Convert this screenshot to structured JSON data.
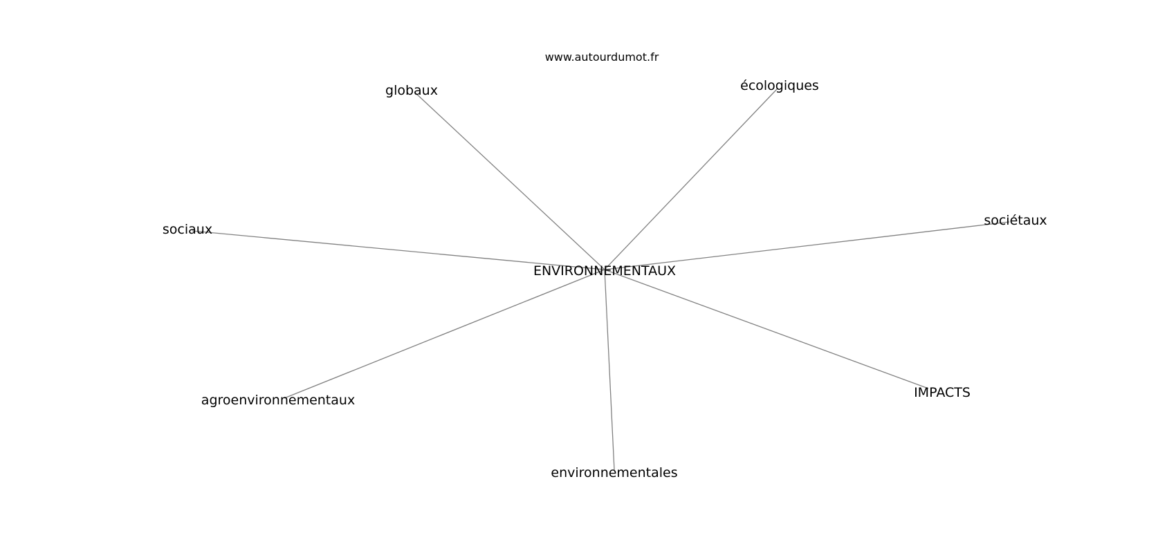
{
  "watermark": "www.autourdumot.fr",
  "center": {
    "label": "ENVIRONNEMENTAUX"
  },
  "nodes": [
    {
      "id": "globaux",
      "label": "globaux"
    },
    {
      "id": "ecologiques",
      "label": "écologiques"
    },
    {
      "id": "sociaux",
      "label": "sociaux"
    },
    {
      "id": "societaux",
      "label": "sociétaux"
    },
    {
      "id": "agroenvironnementaux",
      "label": "agroenvironnementaux"
    },
    {
      "id": "impacts",
      "label": "IMPACTS"
    },
    {
      "id": "environnementales",
      "label": "environnementales"
    }
  ],
  "colors": {
    "edge": "#808080",
    "text": "#000000",
    "background": "#ffffff"
  }
}
